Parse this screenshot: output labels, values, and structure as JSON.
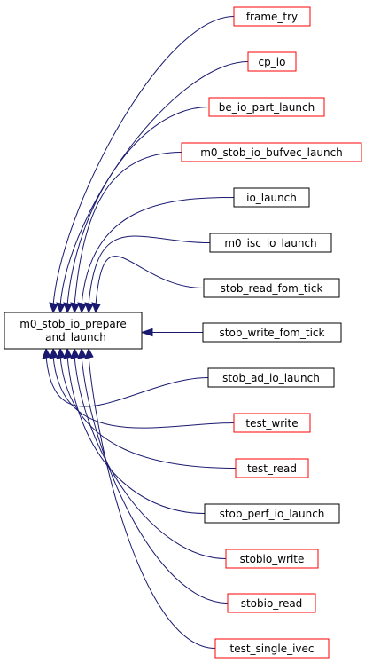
{
  "graph": {
    "central": {
      "lines": [
        "m0_stob_io_prepare",
        "_and_launch"
      ],
      "fill": "#bfbfbf",
      "stroke": "#000000"
    },
    "callers": [
      {
        "label": "frame_try",
        "stroke": "#ff0000"
      },
      {
        "label": "cp_io",
        "stroke": "#ff0000"
      },
      {
        "label": "be_io_part_launch",
        "stroke": "#ff0000"
      },
      {
        "label": "m0_stob_io_bufvec_launch",
        "stroke": "#ff0000"
      },
      {
        "label": "io_launch",
        "stroke": "#000000"
      },
      {
        "label": "m0_isc_io_launch",
        "stroke": "#000000"
      },
      {
        "label": "stob_read_fom_tick",
        "stroke": "#000000"
      },
      {
        "label": "stob_write_fom_tick",
        "stroke": "#000000"
      },
      {
        "label": "stob_ad_io_launch",
        "stroke": "#000000"
      },
      {
        "label": "test_write",
        "stroke": "#ff0000"
      },
      {
        "label": "test_read",
        "stroke": "#ff0000"
      },
      {
        "label": "stob_perf_io_launch",
        "stroke": "#000000"
      },
      {
        "label": "stobio_write",
        "stroke": "#ff0000"
      },
      {
        "label": "stobio_read",
        "stroke": "#ff0000"
      },
      {
        "label": "test_single_ivec",
        "stroke": "#ff0000"
      }
    ],
    "edge_color": "#191970"
  }
}
